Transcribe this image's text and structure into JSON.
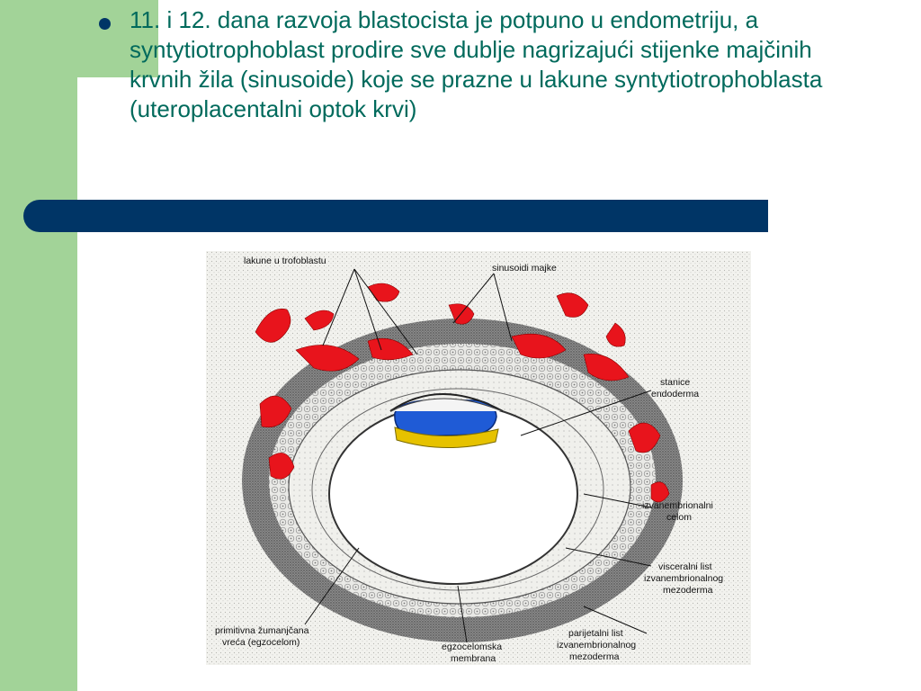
{
  "slide": {
    "text": "11. i 12. dana razvoja blastocista je potpuno u endometriju, a syntytiotrophoblast prodire sve dublje nagrizajući stijenke majčinih krvnih žila (sinusoide) koje se prazne u lakune syntytiotrophoblasta (uteroplacentalni optok krvi)"
  },
  "figure": {
    "labels": {
      "lakune": "lakune u trofoblastu",
      "sinusoidi": "sinusoidi majke",
      "stanice": "stanice",
      "endoderma": "endoderma",
      "izvanembrionalni": "izvanembrionalni",
      "celom": "celom",
      "visceralni": "visceralni list",
      "izvanembrionalnog": "izvanembrionalnog",
      "mezoderma": "mezoderma",
      "primitivna": "primitivna žumanjčana",
      "vreca": "vreća (egzocelom)",
      "egzocelomska": "egzocelomska",
      "membrana": "membrana",
      "parijetalni": "parijetalni list",
      "izvanembrionalnog2": "izvanembrionalnog",
      "mezoderma2": "mezoderma"
    }
  },
  "colors": {
    "band": "#a2d398",
    "bar": "#003566",
    "text": "#006a5c",
    "sinus": "#e8141c",
    "embryo_blue": "#1f5bd6",
    "yolk": "#e6c200"
  }
}
